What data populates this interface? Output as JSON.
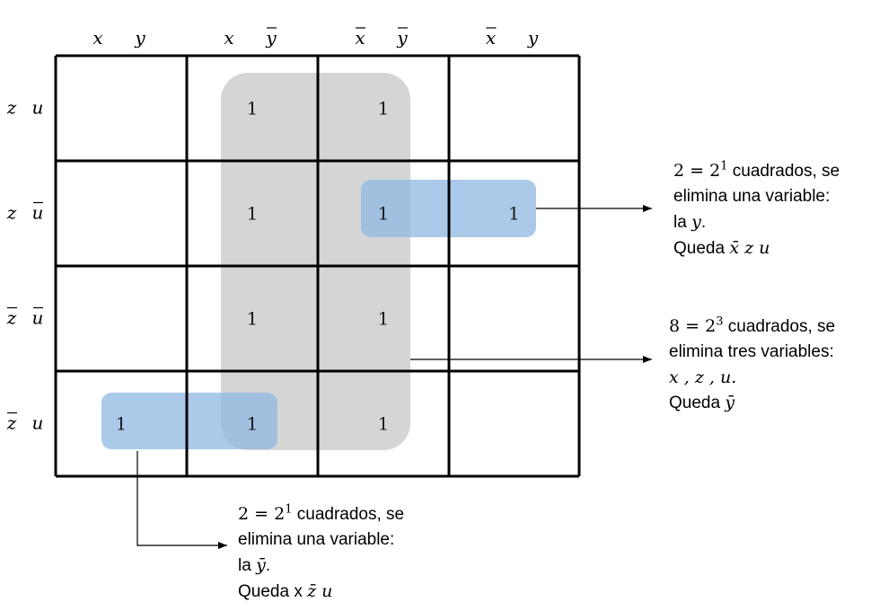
{
  "columns": [
    {
      "a": "x",
      "a_bar": false,
      "b": "y",
      "b_bar": false
    },
    {
      "a": "x",
      "a_bar": false,
      "b": "y",
      "b_bar": true
    },
    {
      "a": "x",
      "a_bar": true,
      "b": "y",
      "b_bar": true
    },
    {
      "a": "x",
      "a_bar": true,
      "b": "y",
      "b_bar": false
    }
  ],
  "rows": [
    {
      "a": "z",
      "a_bar": false,
      "b": "u",
      "b_bar": false
    },
    {
      "a": "z",
      "a_bar": false,
      "b": "u",
      "b_bar": true
    },
    {
      "a": "z",
      "a_bar": true,
      "b": "u",
      "b_bar": true
    },
    {
      "a": "z",
      "a_bar": true,
      "b": "u",
      "b_bar": false
    }
  ],
  "cells": [
    [
      "",
      "1",
      "1",
      ""
    ],
    [
      "",
      "1",
      "1",
      "1"
    ],
    [
      "",
      "1",
      "1",
      ""
    ],
    [
      "1",
      "1",
      "1",
      ""
    ]
  ],
  "colors": {
    "grid": "#000000",
    "gray_group": "#b3b3b3",
    "blue_group": "#8fb8e3",
    "arrow": "#000000"
  },
  "note_top_right": {
    "l1_eq": "2 = 2",
    "l1_exp": "1",
    "l1_rest": " cuadrados, se",
    "l2": "elimina una variable:",
    "l3_pre": "la ",
    "l3_var": "y",
    "l3_post": ".",
    "l4_pre": "Queda ",
    "l4_expr": "x̄ z u"
  },
  "note_mid_right": {
    "l1_eq": "8 = 2",
    "l1_exp": "3",
    "l1_rest": " cuadrados, se",
    "l2": "elimina tres variables:",
    "l3": "x , z , u.",
    "l4_pre": "Queda ",
    "l4_expr": "ȳ"
  },
  "note_bottom": {
    "l1_eq": "2 = 2",
    "l1_exp": "1",
    "l1_rest": " cuadrados, se",
    "l2": "elimina una variable:",
    "l3_pre": "la ",
    "l3_var": "ȳ",
    "l3_post": ".",
    "l4_pre": "Queda x ",
    "l4_expr": "z̄ u"
  }
}
